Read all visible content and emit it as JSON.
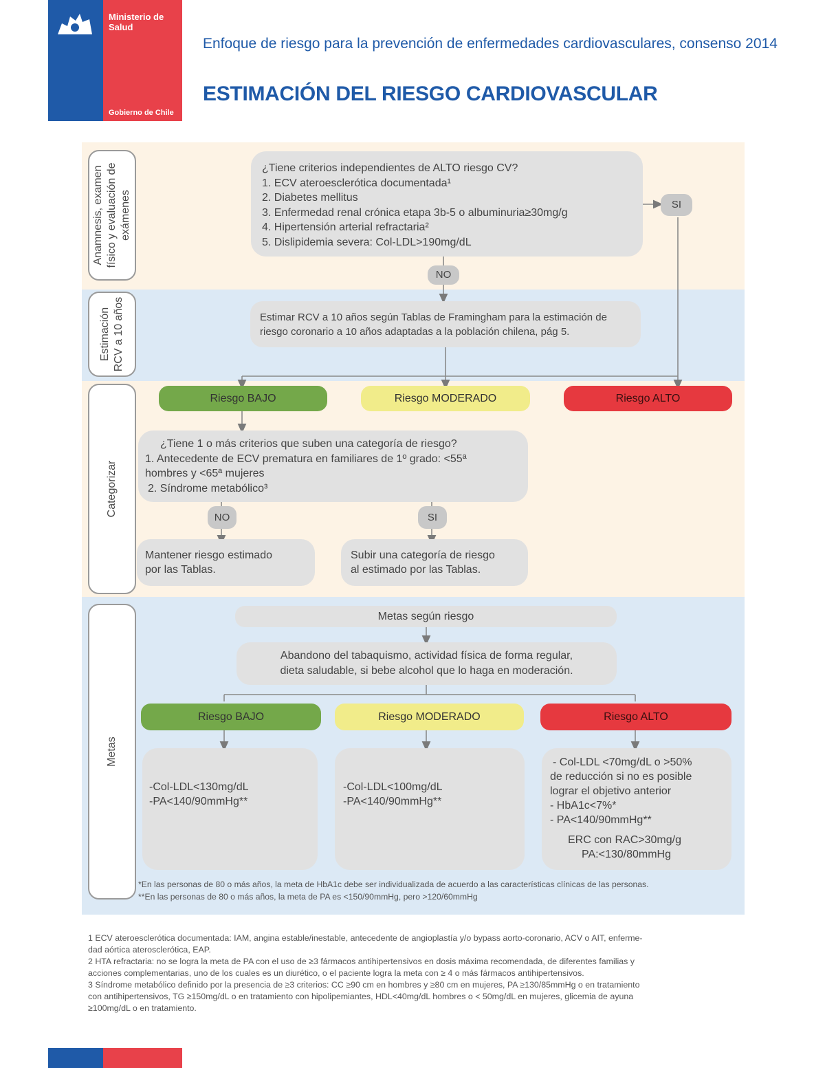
{
  "logo": {
    "ministry_line1": "Ministerio de",
    "ministry_line2": "Salud",
    "government": "Gobierno de Chile"
  },
  "header": {
    "subtitle": "Enfoque de riesgo para la prevención de enfermedades cardiovasculares, consenso 2014",
    "title": "ESTIMACIÓN DEL RIESGO CARDIOVASCULAR"
  },
  "sections": {
    "anamnesis_line1": "Anamnesis, examen",
    "anamnesis_line2": "físico y evaluación de",
    "anamnesis_line3": "exámenes",
    "estimacion_line1": "Estimación",
    "estimacion_line2": "RCV a 10 años",
    "categorizar": "Categorizar",
    "metas": "Metas"
  },
  "criteria_box": {
    "question": "¿Tiene criterios independientes de ALTO riesgo CV?",
    "item1": "1. ECV ateroesclerótica documentada¹",
    "item2": "2. Diabetes mellitus",
    "item3": "3. Enfermedad renal crónica  etapa 3b-5 o albuminuria≥30mg/g",
    "item4": "4. Hipertensión arterial refractaria²",
    "item5": "5. Dislipidemia severa: Col-LDL>190mg/dL"
  },
  "tags": {
    "si_top": "SI",
    "no_top": "NO",
    "no_cat": "NO",
    "si_cat": "SI"
  },
  "estimate_box": {
    "line1": "Estimar RCV a 10 años según Tablas de Framingham para la estimación de",
    "line2": "riesgo coronario a 10 años adaptadas a la población chilena, pág 5."
  },
  "risk_levels": {
    "low": "Riesgo BAJO",
    "moderate": "Riesgo MODERADO",
    "high": "Riesgo ALTO"
  },
  "category_box": {
    "question": "¿Tiene 1 o más criterios que suben una categoría de riesgo?",
    "item1_a": "1. Antecedente de ECV prematura en familiares de 1º grado: <55ª",
    "item1_b": "hombres y <65ª mujeres",
    "item2": "2. Síndrome metabólico³"
  },
  "outcomes": {
    "keep_line1": "Mantener riesgo estimado",
    "keep_line2": "por las Tablas.",
    "raise_line1": "Subir una categoría de riesgo",
    "raise_line2": "al estimado por las Tablas."
  },
  "goals": {
    "header": "Metas según riesgo",
    "general_line1": "Abandono del tabaquismo, actividad física de forma regular,",
    "general_line2": "dieta saludable, si bebe alcohol que lo haga en moderación.",
    "low_line1": "-Col-LDL<130mg/dL",
    "low_line2": "-PA<140/90mmHg**",
    "moderate_line1": "-Col-LDL<100mg/dL",
    "moderate_line2": "-PA<140/90mmHg**",
    "high_line1": "- Col-LDL <70mg/dL o >50%",
    "high_line2": "de reducción si no es posible",
    "high_line3": "lograr el objetivo anterior",
    "high_line4": "- HbA1c<7%*",
    "high_line5": "- PA<140/90mmHg**",
    "high_line6": "ERC con RAC>30mg/g",
    "high_line7": "PA:<130/80mmHg"
  },
  "goal_notes": {
    "note1": "*En las personas de 80 o más años, la meta de HbA1c debe ser individualizada de acuerdo a las características clínicas de las personas.",
    "note2": "**En las personas de 80 o más años, la meta de PA es <150/90mmHg, pero >120/60mmHg"
  },
  "footnotes": {
    "f1_a": "1 ECV ateroesclerótica documentada: IAM, angina estable/inestable, antecedente de angioplastía y/o bypass aorto-coronario, ACV o AIT, enferme-",
    "f1_b": "dad aórtica  aterosclerótica,  EAP.",
    "f2_a": "2 HTA refractaria: no se logra la meta de PA con el uso de ≥3 fármacos antihipertensivos en dosis máxima recomendada, de diferentes familias y",
    "f2_b": "acciones complementarias, uno de los cuales es un diurético, o el paciente logra la meta con ≥ 4  o más fármacos antihipertensivos.",
    "f3_a": "3 Síndrome metabólico definido por la presencia de ≥3 criterios: CC ≥90 cm en hombres y  ≥80 cm en mujeres,  PA ≥130/85mmHg o en tratamiento",
    "f3_b": "con antihipertensivos, TG ≥150mg/dL o en tratamiento con hipolipemiantes, HDL<40mg/dL hombres o < 50mg/dL en mujeres, glicemia de ayuna",
    "f3_c": "≥100mg/dL o en tratamiento."
  },
  "colors": {
    "blue": "#1f5aa8",
    "red": "#e8414a",
    "low": "#74a84a",
    "moderate": "#f1ec8a",
    "high": "#e6393f"
  }
}
